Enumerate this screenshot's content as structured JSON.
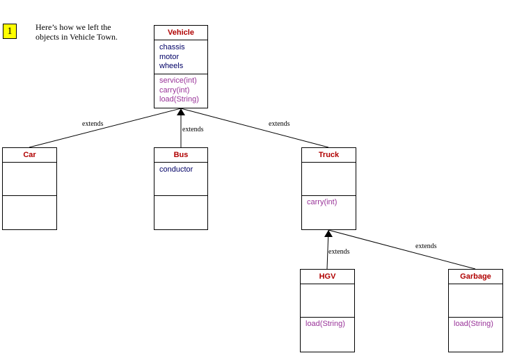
{
  "slide_number": "1",
  "intro_lines": [
    "Here’s how we left the",
    "objects in Vehicle Town."
  ],
  "classes": {
    "vehicle": {
      "name": "Vehicle",
      "attributes": [
        "chassis",
        "motor",
        "wheels"
      ],
      "operations": [
        "service(int)",
        "carry(int)",
        "load(String)"
      ]
    },
    "car": {
      "name": "Car",
      "attributes": [],
      "operations": []
    },
    "bus": {
      "name": "Bus",
      "attributes": [
        "conductor"
      ],
      "operations": []
    },
    "truck": {
      "name": "Truck",
      "attributes": [],
      "operations": [
        "carry(int)"
      ]
    },
    "hgv": {
      "name": "HGV",
      "attributes": [],
      "operations": [
        "load(String)"
      ]
    },
    "garbage": {
      "name": "Garbage",
      "attributes": [],
      "operations": [
        "load(String)"
      ]
    }
  },
  "relationships": [
    {
      "from": "Car",
      "to": "Vehicle",
      "label": "extends"
    },
    {
      "from": "Bus",
      "to": "Vehicle",
      "label": "extends"
    },
    {
      "from": "Truck",
      "to": "Vehicle",
      "label": "extends"
    },
    {
      "from": "HGV",
      "to": "Truck",
      "label": "extends"
    },
    {
      "from": "Garbage",
      "to": "Truck",
      "label": "extends"
    }
  ],
  "colors": {
    "class_name": "#b00000",
    "attribute": "#000066",
    "operation": "#993399",
    "badge": "#ffff00"
  }
}
